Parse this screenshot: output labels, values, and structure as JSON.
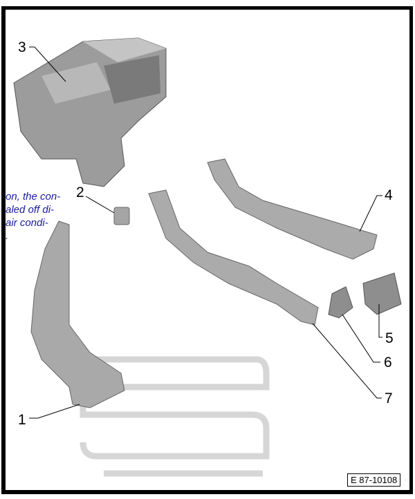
{
  "figure": {
    "id": "E 87-10108",
    "part_labels": [
      "1",
      "2",
      "3",
      "4",
      "5",
      "6",
      "7"
    ],
    "overlay_text": [
      "on, the con-",
      "aled off di-",
      "air condi-",
      "."
    ],
    "watermark": "SEAT logo",
    "colors": {
      "part_fill": "#a9a9a9",
      "part_dark": "#6e6e6e",
      "watermark": "#d4d4d4",
      "overlay_text": "#1a1aa0"
    }
  }
}
